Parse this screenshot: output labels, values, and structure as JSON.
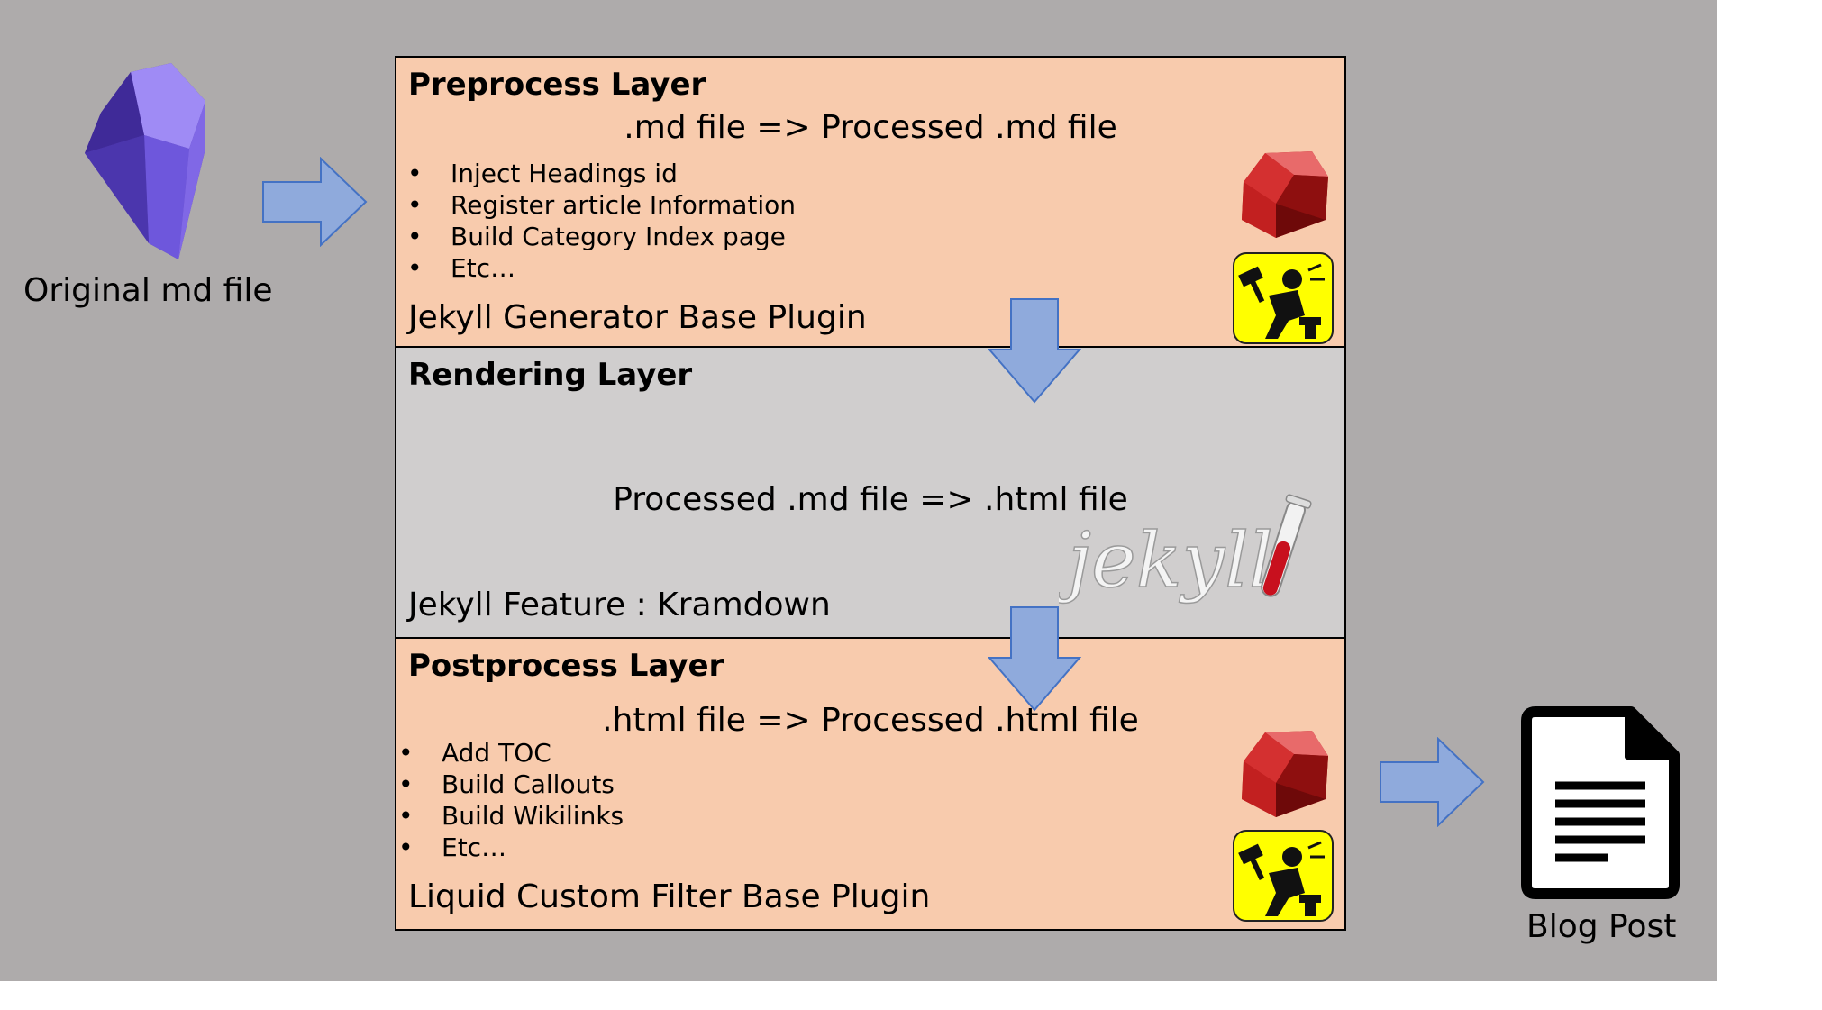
{
  "source": {
    "label": "Original md file",
    "icon": "obsidian-crystal-icon"
  },
  "layers": [
    {
      "title": "Preprocess Layer",
      "flow": ".md file => Processed .md file",
      "items": [
        "Inject Headings id",
        "Register article Information",
        "Build Category Index page",
        "Etc…"
      ],
      "base": "Jekyll Generator Base Plugin",
      "icons": [
        "ruby-gem-icon",
        "jekyll-worker-icon"
      ]
    },
    {
      "title": "Rendering Layer",
      "flow": "Processed .md file => .html file",
      "base": "Jekyll Feature : Kramdown",
      "icons": [
        "jekyll-logo-icon"
      ],
      "logo_text": "jekyll"
    },
    {
      "title": "Postprocess Layer",
      "flow": ".html file => Processed .html file",
      "items": [
        "Add TOC",
        "Build Callouts",
        "Build Wikilinks",
        "Etc…"
      ],
      "base": "Liquid Custom Filter Base Plugin",
      "icons": [
        "ruby-gem-icon",
        "jekyll-worker-icon"
      ]
    }
  ],
  "output": {
    "label": "Blog Post",
    "icon": "document-icon"
  },
  "bullet_glyph": "•",
  "colors": {
    "background": "#aeabab",
    "layer_orange": "#f8cbad",
    "layer_gray": "#d0cece",
    "arrow_fill": "#8faadc",
    "arrow_stroke": "#4472c4",
    "obsidian_purple": "#7b68ee",
    "ruby_red": "#c21a1a",
    "jekyll_yellow": "#ffff00"
  }
}
